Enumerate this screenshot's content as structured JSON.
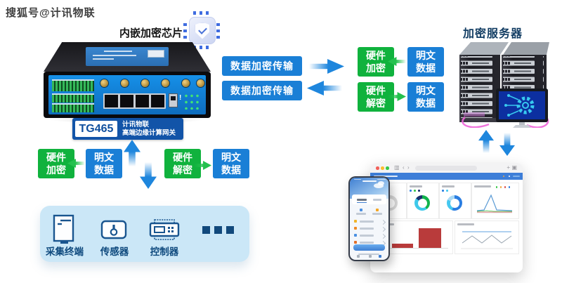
{
  "watermark": "搜狐号@计讯物联",
  "chip": {
    "label": "内嵌加密芯片",
    "icon": "encryption-chip-shield-check-icon"
  },
  "gateway": {
    "model": "TG465",
    "brand": "计讯物联",
    "product_line": "高端边缘计算网关"
  },
  "links": {
    "uplink_box1": "数据加密传输",
    "uplink_box2": "数据加密传输"
  },
  "server_side": {
    "title": "加密服务器",
    "hw_encrypt": "硬件加密",
    "plain_top": "明文数据",
    "hw_decrypt": "硬件解密",
    "plain_bottom": "明文数据"
  },
  "gateway_side": {
    "hw_encrypt": "硬件加密",
    "plain_left": "明文数据",
    "hw_decrypt": "硬件解密",
    "plain_right": "明文数据"
  },
  "devices": {
    "items": [
      {
        "label": "采集终端",
        "icon": "data-collection-terminal-icon"
      },
      {
        "label": "传感器",
        "icon": "sensor-thermometer-icon"
      },
      {
        "label": "控制器",
        "icon": "controller-icon"
      }
    ],
    "more": "ellipsis-squares-icon"
  },
  "colors": {
    "box_blue": "#1a7fd6",
    "box_green": "#10b23d",
    "arrow_blue": "#1e86dd",
    "arrow_green": "#24c14e",
    "gateway_plate_bg": "#1254a8",
    "server_title_navy": "#123d63",
    "device_panel_bg": "#cbe7f7",
    "device_icon_navy": "#19558f",
    "router_panel_blue": "#1286dd",
    "dashboard_header_blue": "#3d7ed8",
    "dashboard_bar_red": "#b93b3b",
    "cable_pink": "#ee66d9"
  }
}
